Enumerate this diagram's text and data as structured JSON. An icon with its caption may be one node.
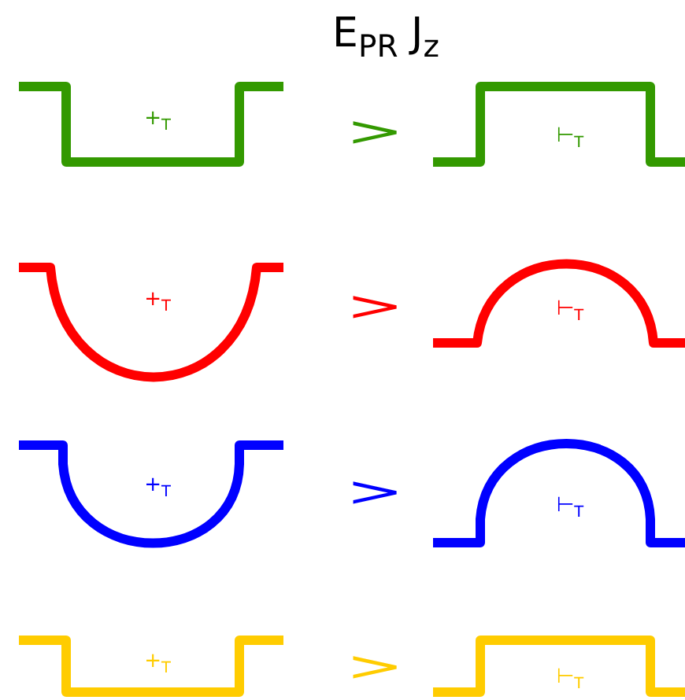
{
  "diagram": {
    "title": "E$_{PR}$ J$_{z}$",
    "labels": [
      "+$_{T}$",
      ">",
      "⊢$_{T}$",
      "+$_{T}$",
      ">",
      "⊢$_{T}$",
      "+$_{T}$",
      ">",
      "⊢$_{T}$",
      "+$_{T}$",
      ">",
      "⊢$_{T}$"
    ]
  }
}
